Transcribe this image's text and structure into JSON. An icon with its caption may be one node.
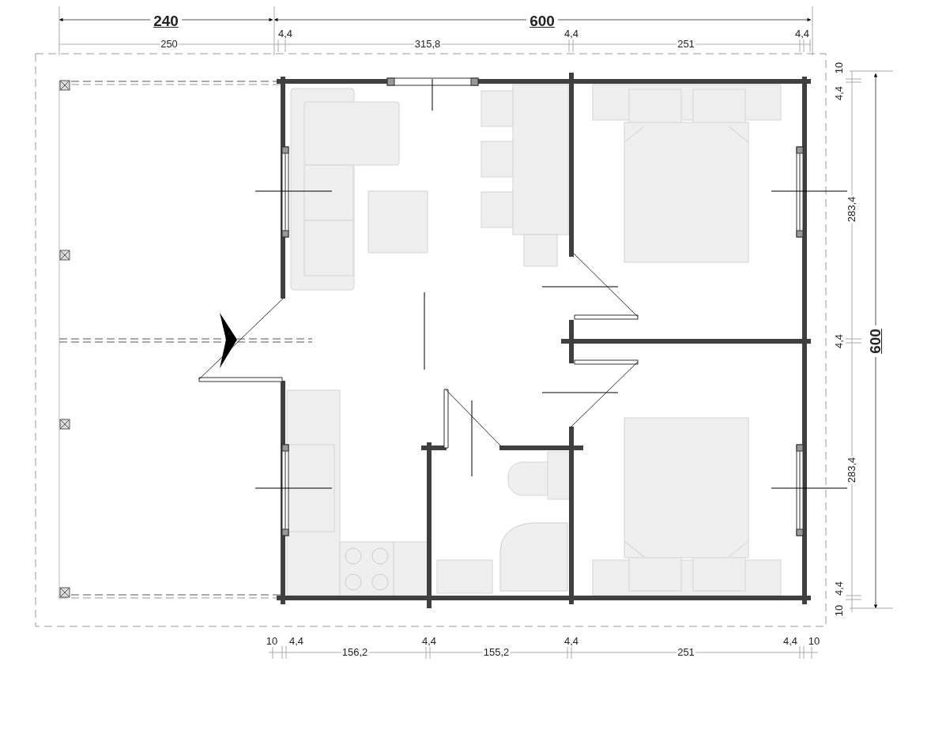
{
  "diagram": {
    "labels": [
      "240",
      "600",
      "4,4",
      "4,4",
      "4,4",
      "250",
      "315,8",
      "251",
      "10",
      "4,4",
      "283,4",
      "4,4",
      "600",
      "283,4",
      "4,4",
      "10",
      "10",
      "4,4",
      "4,4",
      "4,4",
      "4,4",
      "10",
      "156,2",
      "155,2",
      "251"
    ]
  }
}
